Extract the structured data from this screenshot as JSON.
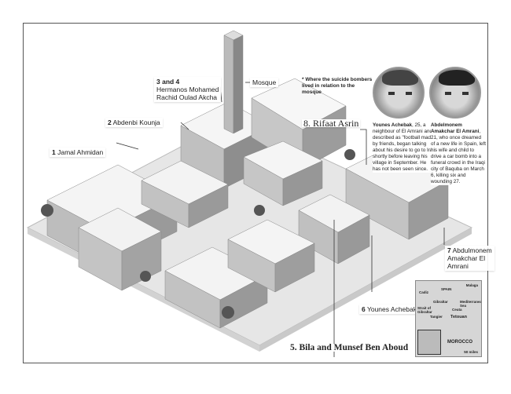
{
  "labels": {
    "l1": {
      "num": "1",
      "name": "Jamal Ahmidan"
    },
    "l2": {
      "num": "2",
      "name": "Abdenbi Kounja"
    },
    "l34": {
      "num": "3 and 4",
      "name1": "Hermanos Mohamed",
      "name2": "Rachid Oulad Akcha"
    },
    "mosque": "Mosque",
    "l5": "5. Bila and Munsef Ben Aboud",
    "l6": {
      "num": "6",
      "name": "Younes Achebak"
    },
    "l7": {
      "num": "7",
      "name1": "Abdulmonem",
      "name2": "Amakchar El",
      "name3": "Amrani"
    },
    "l8": "8. Rifaat Asrin"
  },
  "note": "* Where the suicide bombers lived in relation to the mosque",
  "bios": [
    {
      "name": "Younes Achebak",
      "text": ", 25, a neighbour of El Amrani and described as \"football mad\" by friends, began talking about his desire to go to Iraq shortly before leaving his village in September. He has not been seen since."
    },
    {
      "name": "Abdelmonem Amakchar El Amrani",
      "text": ", 21, who once dreamed of a new life in Spain, left his wife and child to drive a car bomb into a funeral crowd in the Iraqi city of Baquba on March 6, killing six and wounding 27."
    }
  ],
  "map": {
    "places": [
      "Malaga",
      "Cadiz",
      "SPAIN",
      "Gibraltar",
      "Mediterranean Sea",
      "Strait of Gibraltar",
      "Ceuta",
      "Tangier",
      "Tetouan",
      "MOROCCO"
    ],
    "scale": "50 miles"
  }
}
